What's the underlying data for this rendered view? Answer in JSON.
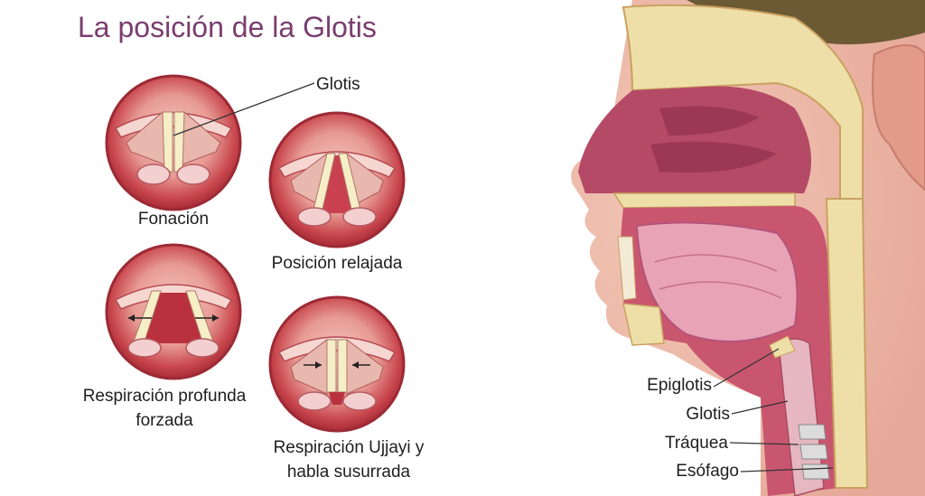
{
  "title": "La posición de la Glotis",
  "diagram_labels": {
    "glotis_top": "Glotis",
    "fonacion": "Fonación",
    "relajada": "Posición relajada",
    "profunda_line1": "Respiración profunda",
    "profunda_line2": "forzada",
    "ujjayi_line1": "Respiración Ujjayi y",
    "ujjayi_line2": "habla susurrada"
  },
  "anatomy_labels": {
    "epiglotis": "Epiglotis",
    "glotis": "Glotis",
    "traquea": "Tráquea",
    "esofago": "Esófago"
  }
}
